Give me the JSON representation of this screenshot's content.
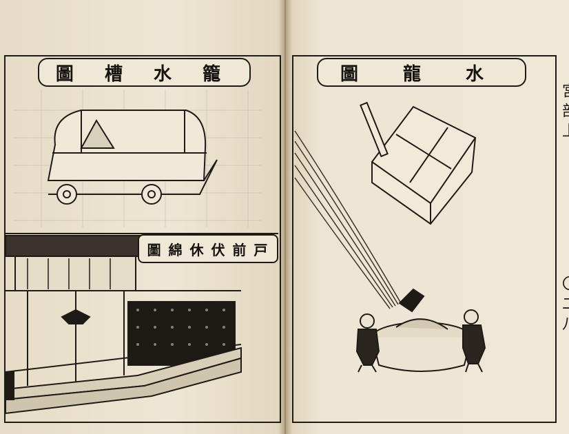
{
  "left_page": {
    "top_title": "圖 槽 水 籠",
    "bottom_title": "圖 綿 休 伏 前 戸"
  },
  "right_page": {
    "top_title": "圖 龍 水",
    "side_top": "宮 部 上",
    "side_bottom": "〇 二 八"
  },
  "colors": {
    "paper": "#ece4d2",
    "ink": "#1e1a16",
    "binding": "#c2b08f"
  }
}
